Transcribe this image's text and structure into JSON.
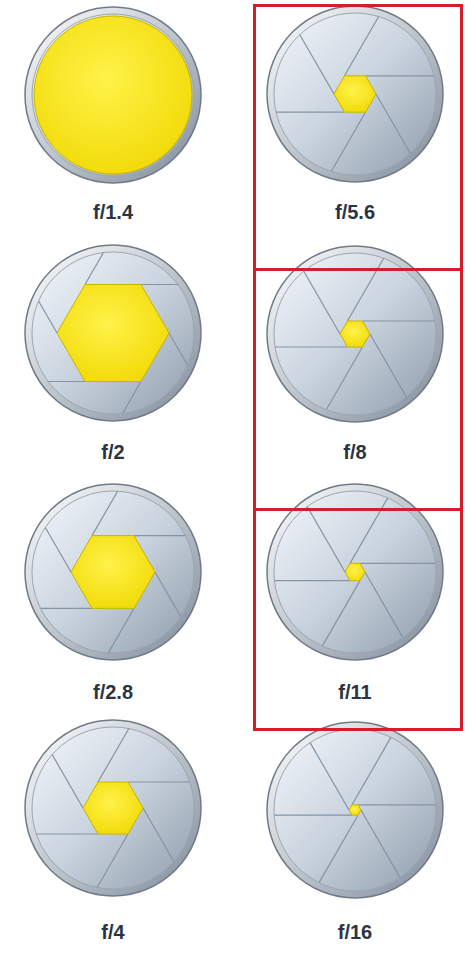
{
  "diagram": {
    "nodes": [
      {
        "text": [
          "f/5.6"
        ]
      },
      {
        "text": [
          "f/8"
        ]
      },
      {
        "text": [
          "f/11"
        ]
      }
    ],
    "labels": [
      "f/1.4",
      "f/2",
      "f/2.8",
      "f/4",
      "f/16"
    ]
  }
}
